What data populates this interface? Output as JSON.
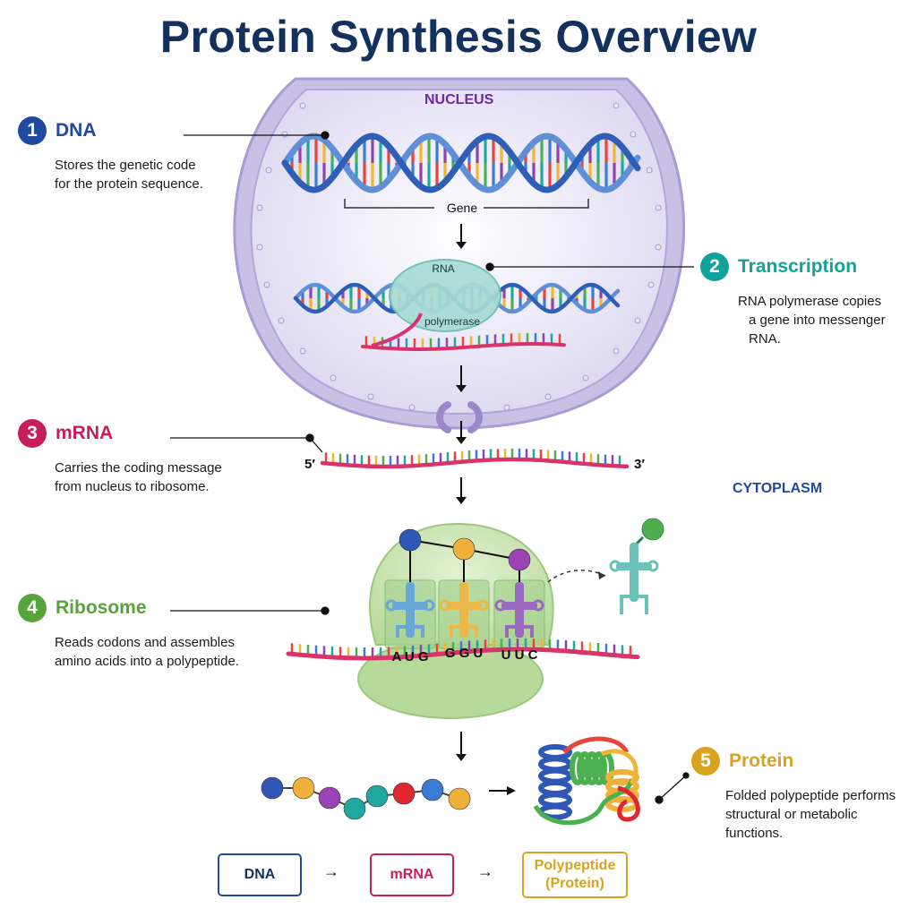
{
  "title": "Protein Synthesis Overview",
  "regions": {
    "nucleus": "NUCLEUS",
    "cytoplasm": "CYTOPLASM"
  },
  "steps": [
    {
      "number": "1",
      "name": "DNA",
      "description_lines": [
        "Stores the genetic code",
        "for the protein sequence."
      ],
      "color": "#1f4aa0"
    },
    {
      "number": "2",
      "name": "Transcription",
      "description_lines": [
        "RNA polymerase copies",
        "a gene into messenger RNA."
      ],
      "color": "#11a39a"
    },
    {
      "number": "3",
      "name": "mRNA",
      "description_lines": [
        "Carries the coding message",
        "from nucleus to ribosome."
      ],
      "color": "#c81d5c"
    },
    {
      "number": "4",
      "name": "Ribosome",
      "description_lines": [
        "Reads codons and assembles",
        "amino acids into a polypeptide."
      ],
      "color": "#57a43c"
    },
    {
      "number": "5",
      "name": "Protein",
      "description_lines": [
        "Folded polypeptide performs",
        "structural or metabolic functions."
      ],
      "color": "#d9a21f"
    }
  ],
  "labels": {
    "gene": "Gene",
    "rna_polymerase_top": "RNA",
    "rna_polymerase_sub": "polymerase",
    "five_prime": "5′",
    "three_prime": "3′"
  },
  "codons": [
    "A U G",
    "G G U",
    "U U C"
  ],
  "flow": [
    {
      "label_lines": [
        "DNA"
      ],
      "color": "#1f4aa0"
    },
    {
      "label_lines": [
        "mRNA"
      ],
      "color": "#c81d5c"
    },
    {
      "label_lines": [
        "Polypeptide",
        "(Protein)"
      ],
      "color": "#d9a21f"
    }
  ],
  "flow_arrow": "→",
  "colors": {
    "title": "#14315e",
    "nucleus_fill": "#ebe8f6",
    "nucleus_membrane": "#a99bd3",
    "nucleus_label": "#6a2aa0",
    "cytoplasm_label": "#1f4aa0",
    "dna_backbone": "#2d5fb8",
    "mrna": "#d8336a",
    "ribosome": "#c9e4b0",
    "polymerase": "#a7dbd3"
  }
}
